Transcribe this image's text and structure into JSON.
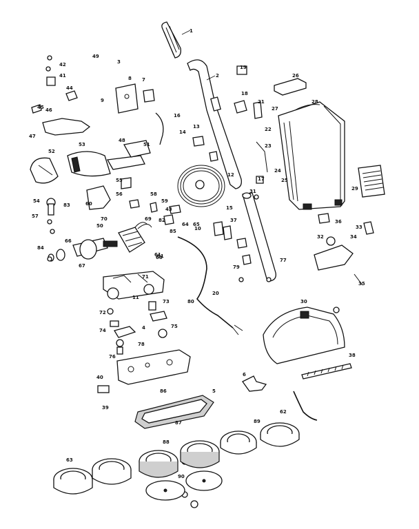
{
  "callouts": [
    "1",
    "2",
    "3",
    "4",
    "5",
    "6",
    "7",
    "8",
    "9",
    "10",
    "11",
    "12",
    "13",
    "14",
    "15",
    "16",
    "17",
    "18",
    "19",
    "20",
    "21",
    "22",
    "23",
    "24",
    "25",
    "26",
    "27",
    "28",
    "29",
    "30",
    "31",
    "32",
    "33",
    "34",
    "35",
    "36",
    "37",
    "38",
    "39",
    "40",
    "41",
    "42",
    "43",
    "44",
    "45",
    "46",
    "47",
    "48",
    "49",
    "50",
    "51",
    "52",
    "53",
    "54",
    "55",
    "56",
    "57",
    "58",
    "59",
    "60",
    "61",
    "62",
    "63",
    "64",
    "65",
    "66",
    "67",
    "68",
    "69",
    "70",
    "71",
    "72",
    "73",
    "74",
    "75",
    "76",
    "77",
    "78",
    "79",
    "80",
    "81",
    "82",
    "83",
    "84",
    "85",
    "86",
    "87",
    "88",
    "89",
    "90"
  ],
  "colors": {
    "ink": "#111111",
    "paper": "#ffffff",
    "shade": "#cfcfcf"
  }
}
